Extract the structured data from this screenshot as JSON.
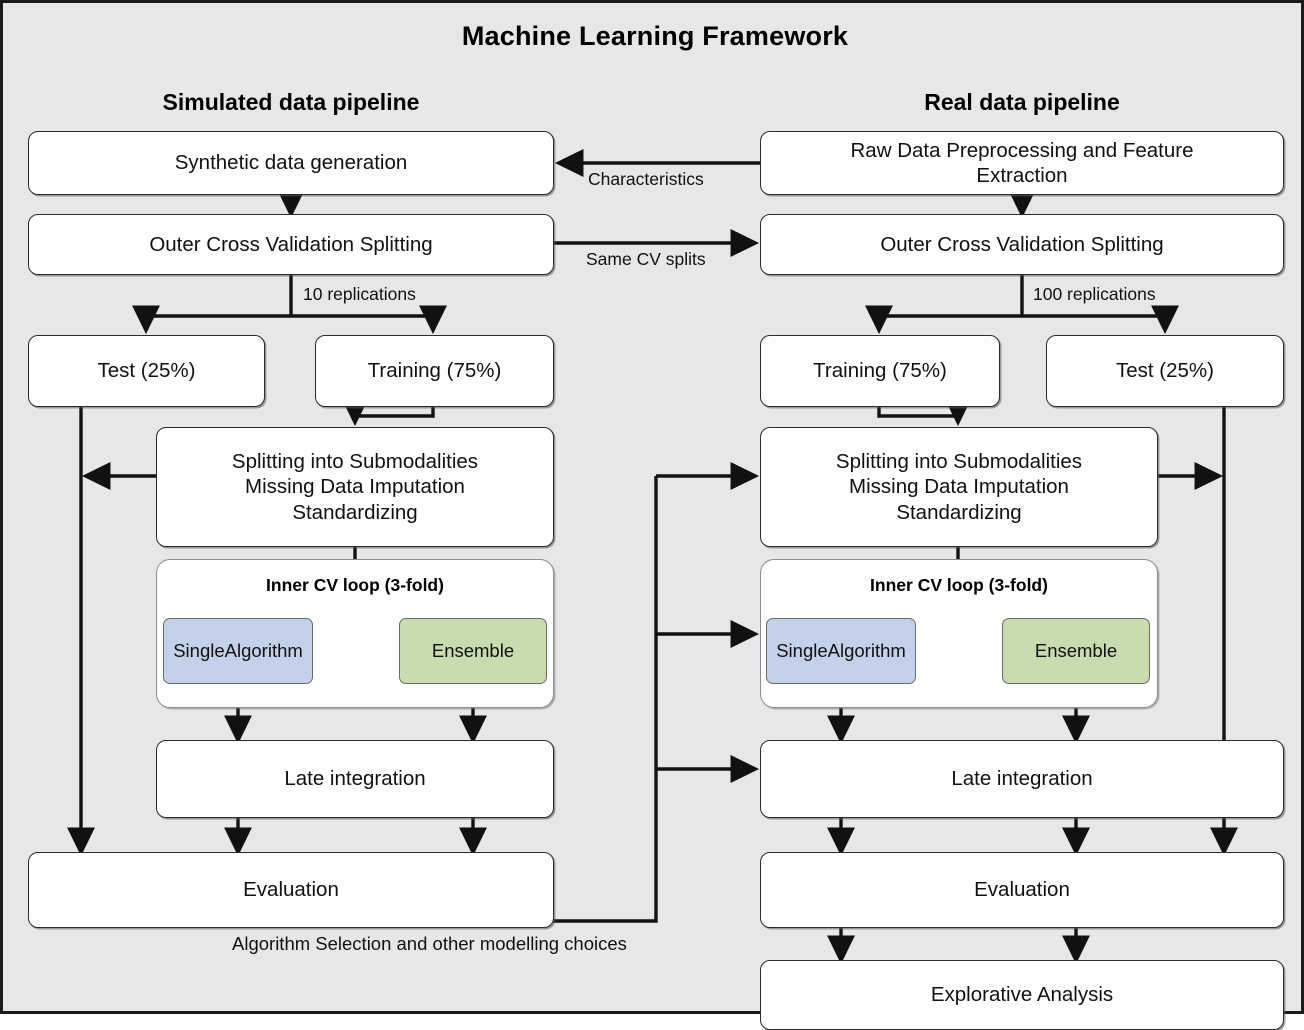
{
  "diagram": {
    "title": "Machine Learning Framework",
    "columns": [
      {
        "id": "simulated",
        "title": "Simulated data pipeline"
      },
      {
        "id": "real",
        "title": "Real data pipeline"
      }
    ],
    "nodes": {
      "synthetic_data_generation": "Synthetic data generation",
      "left_outer_cv": "Outer Cross Validation Splitting",
      "left_test": "Test (25%)",
      "left_training": "Training (75%)",
      "left_splitting_l1": "Splitting into Submodalities",
      "left_splitting_l2": "Missing Data Imputation",
      "left_splitting_l3": "Standardizing",
      "left_inner_cv_title": "Inner CV loop (3-fold)",
      "left_single_algorithm": "Single\nAlgorithm",
      "left_single_algorithm_line1": "Single",
      "left_single_algorithm_line2": "Algorithm",
      "left_ensemble": "Ensemble",
      "left_late_integration": "Late integration",
      "left_evaluation": "Evaluation",
      "raw_preprocessing_l1": "Raw Data Preprocessing and Feature",
      "raw_preprocessing_l2": "Extraction",
      "right_outer_cv": "Outer Cross Validation Splitting",
      "right_training": "Training (75%)",
      "right_test": "Test (25%)",
      "right_splitting_l1": "Splitting into Submodalities",
      "right_splitting_l2": "Missing Data Imputation",
      "right_splitting_l3": "Standardizing",
      "right_inner_cv_title": "Inner CV loop (3-fold)",
      "right_single_algorithm_line1": "Single",
      "right_single_algorithm_line2": "Algorithm",
      "right_ensemble": "Ensemble",
      "right_late_integration": "Late integration",
      "right_evaluation": "Evaluation",
      "explorative_analysis": "Explorative Analysis"
    },
    "edge_labels": {
      "characteristics": "Characteristics",
      "same_cv_splits": "Same CV splits",
      "left_replications": "10 replications",
      "right_replications": "100 replications",
      "algorithm_selection": "Algorithm Selection and other modelling choices"
    },
    "colors": {
      "background": "#e7e7e7",
      "box_fill": "#ffffff",
      "border": "#2b2b2b",
      "single_algorithm_fill": "#c4d1e9",
      "single_algorithm_arrow": "#4a74b0",
      "ensemble_fill": "#c9dcaf",
      "ensemble_arrow": "#5f9141",
      "text": "#111111"
    }
  }
}
